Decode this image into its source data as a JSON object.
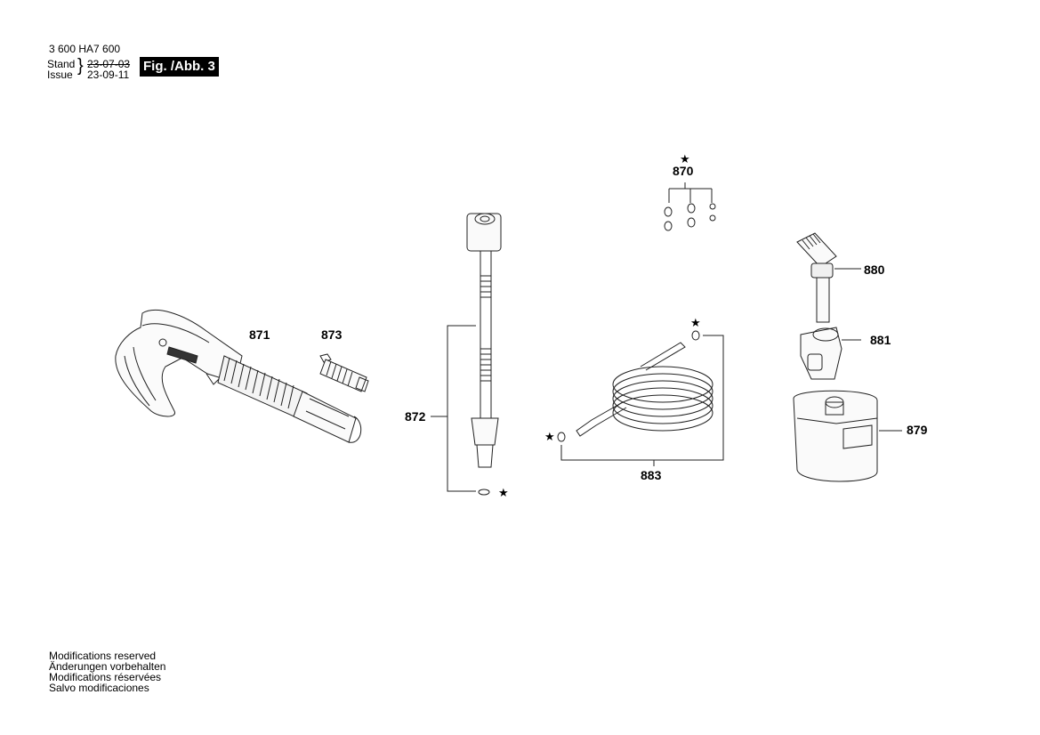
{
  "header": {
    "part_number": "3 600 HA7 600",
    "stand_label": "Stand",
    "issue_label": "Issue",
    "stand_date": "23-07-03",
    "issue_date": "23-09-11",
    "figure_label": "Fig. /Abb. 3"
  },
  "parts": {
    "p870": "870",
    "p871": "871",
    "p872": "872",
    "p873": "873",
    "p879": "879",
    "p880": "880",
    "p881": "881",
    "p883": "883"
  },
  "markers": {
    "star": "★"
  },
  "footer": [
    "Modifications reserved",
    "Änderungen vorbehalten",
    "Modifications réservées",
    "Salvo modificaciones"
  ]
}
